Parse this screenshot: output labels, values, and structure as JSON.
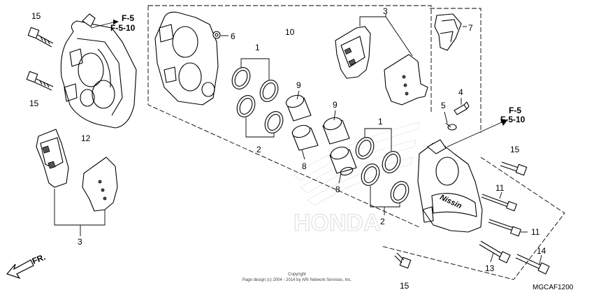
{
  "diagram": {
    "callouts": {
      "c1a": "1",
      "c1b": "1",
      "c2a": "2",
      "c2b": "2",
      "c3a": "3",
      "c3b": "3",
      "c4": "4",
      "c5": "5",
      "c6": "6",
      "c7": "7",
      "c8a": "8",
      "c8b": "8",
      "c9a": "9",
      "c9b": "9",
      "c10": "10",
      "c11a": "11",
      "c11b": "11",
      "c12": "12",
      "c13": "13",
      "c14": "14",
      "c15a": "15",
      "c15b": "15",
      "c15c": "15",
      "c15d": "15"
    },
    "refs": {
      "top_left_line1": "F-5",
      "top_left_line2": "F-5-10",
      "right_line1": "F-5",
      "right_line2": "F-5-10"
    },
    "direction_label": "FR.",
    "watermark": "HONDA",
    "copyright_line1": "Copyright",
    "copyright_line2": "Page design (c) 2004 - 2014 by ARI Network Services, Inc.",
    "diagram_code": "MGCAF1200"
  }
}
